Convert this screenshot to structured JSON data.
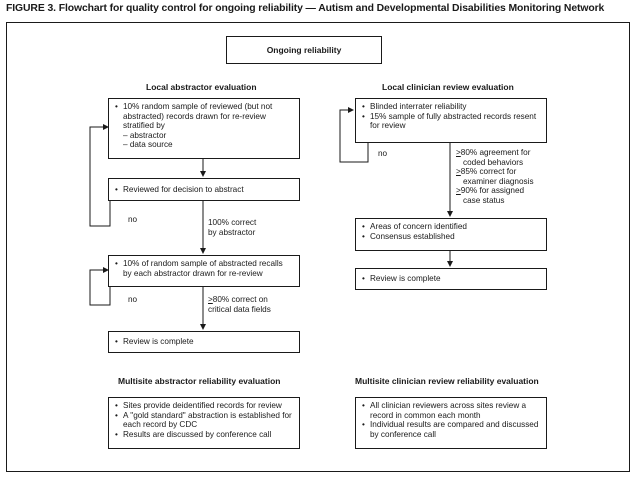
{
  "figure_title": "FIGURE 3. Flowchart for quality control for ongoing reliability — Autism and Developmental Disabilities Monitoring Network",
  "top_box": "Ongoing reliability",
  "left": {
    "heading": "Local abstractor evaluation",
    "box1": {
      "bullet": "10% random sample of reviewed (but not abstracted) records drawn for re-review stratified by",
      "sub1": "– abstractor",
      "sub2": "– data source"
    },
    "box2": "Reviewed for decision to abstract",
    "no_label_1": "no",
    "yes_label_1a": "100% correct",
    "yes_label_1b": "by abstractor",
    "box3": "10% of random sample of abstracted recalls by each abstractor drawn for re-review",
    "no_label_2": "no",
    "yes_label_2_ge": ">",
    "yes_label_2a": "80% correct on",
    "yes_label_2b": "critical data fields",
    "box4": "Review is complete"
  },
  "right": {
    "heading": "Local clinician review evaluation",
    "box1": {
      "bullet1": "Blinded interrater reliability",
      "bullet2": "15% sample of fully abstracted records resent for review"
    },
    "no_label": "no",
    "criteria": [
      {
        "ge": ">",
        "text1": "80% agreement for",
        "text2": "coded behaviors"
      },
      {
        "ge": ">",
        "text1": "85% correct for",
        "text2": "examiner diagnosis"
      },
      {
        "ge": ">",
        "text1": "90% for assigned",
        "text2": "case status"
      }
    ],
    "box2": {
      "bullet1": "Areas of concern identified",
      "bullet2": "Consensus established"
    },
    "box3": "Review is complete"
  },
  "multisite_left": {
    "heading": "Multisite abstractor reliability evaluation",
    "bullet1": "Sites provide deidentified records for review",
    "bullet2": "A \"gold standard\" abstraction is established for each record by CDC",
    "bullet3": "Results are discussed by conference call"
  },
  "multisite_right": {
    "heading": "Multisite clinician review reliability evaluation",
    "bullet1": "All clinician reviewers across sites review a record in common each month",
    "bullet2": "Individual results are compared and discussed by conference call"
  }
}
